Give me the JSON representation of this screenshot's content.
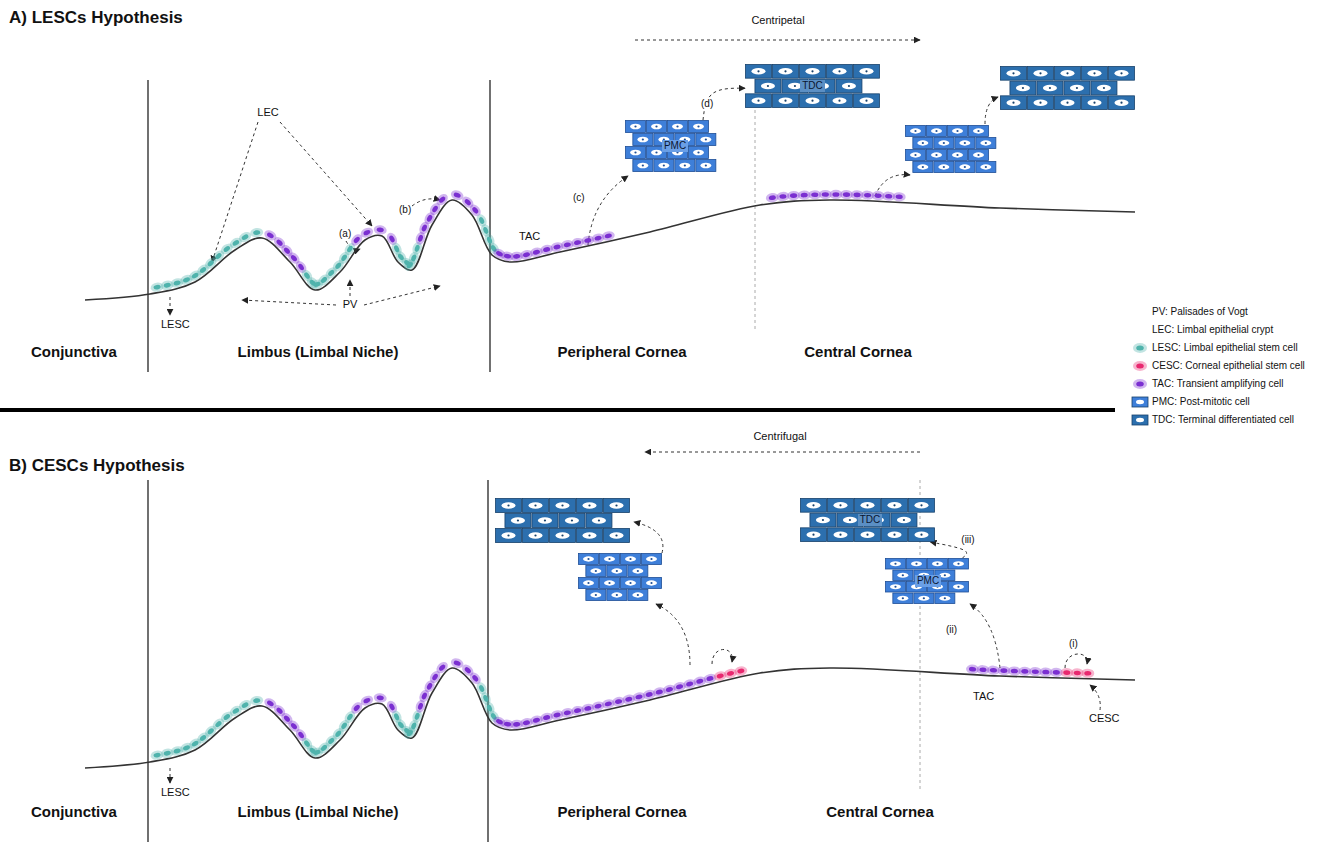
{
  "diagram": {
    "nodes": [
      {
        "text": [
          "PMC"
        ]
      },
      {
        "text": [
          "TDC"
        ]
      },
      {
        "text": [
          "PMC"
        ]
      },
      {
        "text": [
          "TDC"
        ]
      }
    ],
    "edges": [
      {
        "from": 0,
        "to": 1,
        "label": "(d)",
        "arrow": "to"
      },
      {
        "from": 2,
        "to": 3,
        "label": "(iii)",
        "arrow": "to"
      }
    ],
    "labels": [
      "A) LESCs Hypothesis",
      "Centripetal",
      "LEC",
      "(a)",
      "(b)",
      "(c)",
      "TAC",
      "LESC",
      "PV",
      "Conjunctiva",
      "Limbus (Limbal Niche)",
      "Peripheral Cornea",
      "Central Cornea",
      "B) CESCs Hypothesis",
      "Centrifugal",
      "(i)",
      "(ii)",
      "TAC",
      "CESC",
      "LESC",
      "Conjunctiva",
      "Limbus (Limbal Niche)",
      "Peripheral Cornea",
      "Central Cornea"
    ],
    "legend": [
      {
        "text": "PV: Palisades of Vogt"
      },
      {
        "text": "LEC: Limbal epithelial crypt"
      },
      {
        "text": "LESC: Limbal epithelial stem cell",
        "color": "#4fb3ac"
      },
      {
        "text": "CESC: Corneal epithelial stem cell",
        "color": "#e8286f"
      },
      {
        "text": "TAC: Transient amplifying cell",
        "color": "#7b2fd1"
      },
      {
        "text": "PMC: Post-mitotic cell",
        "color": "#3e7fd9"
      },
      {
        "text": "TDC: Terminal differentiated cell",
        "color": "#2c6fae"
      }
    ]
  }
}
